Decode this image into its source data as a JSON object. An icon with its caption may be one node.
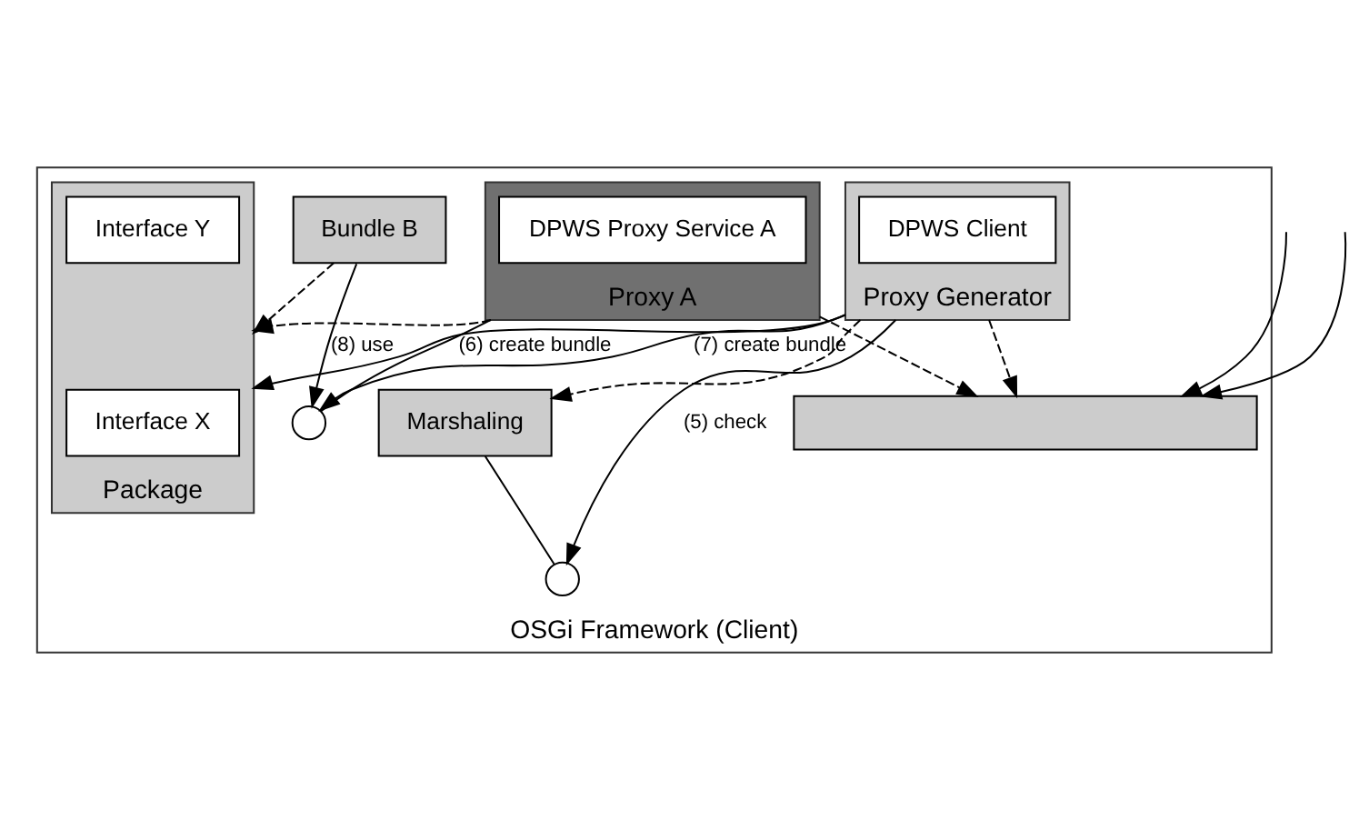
{
  "diagram": {
    "nodes": [
      {
        "text": [
          "OSGi Framework (Client)"
        ]
      },
      {
        "text": [
          "Bundle B"
        ],
        "in": 0
      },
      {
        "text": [
          "Package"
        ],
        "in": 0
      },
      {
        "text": [
          "Interface X"
        ],
        "in": 2
      },
      {
        "text": [
          "Interface Y"
        ],
        "in": 2
      },
      {
        "text": [
          "Proxy A"
        ],
        "in": 0
      },
      {
        "text": [
          "DPWS Proxy Service A"
        ],
        "in": 5
      },
      {
        "text": [
          "Proxy Generator"
        ],
        "in": 0
      },
      {
        "text": [
          "DPWS Client"
        ],
        "in": 7
      },
      {
        "text": [
          "Marshaling"
        ],
        "in": 0
      },
      {
        "text": [],
        "shape": "box",
        "in": 0
      },
      {
        "text": [],
        "shape": "circle",
        "in": 0
      },
      {
        "text": [],
        "shape": "circle",
        "in": 0
      }
    ],
    "edges": [
      {
        "from": 7,
        "to": 2,
        "arrow": "to",
        "label": "(6) create bundle"
      },
      {
        "from": 1,
        "to": 11,
        "arrow": "to",
        "label": "(8) use"
      },
      {
        "from": 7,
        "to": 11,
        "arrow": "to",
        "label": "(7) create bundle"
      },
      {
        "from": 7,
        "to": 12,
        "arrow": "to",
        "label": "(5) check"
      },
      {
        "from": 5,
        "to": 11,
        "arrow": "none"
      },
      {
        "from": 9,
        "to": 12,
        "arrow": "none"
      },
      {
        "from": 1,
        "to": 2,
        "arrow": "to",
        "style": "dashed"
      },
      {
        "from": 5,
        "to": 2,
        "arrow": "to",
        "style": "dashed"
      },
      {
        "from": 7,
        "to": 9,
        "arrow": "to",
        "style": "dashed"
      },
      {
        "from": 5,
        "to": 10,
        "arrow": "to",
        "style": "dashed"
      },
      {
        "from": 7,
        "to": 10,
        "arrow": "to",
        "style": "dashed"
      },
      {
        "from": null,
        "to": 10,
        "arrow": "to"
      },
      {
        "from": null,
        "to": 10,
        "arrow": "to"
      }
    ]
  }
}
